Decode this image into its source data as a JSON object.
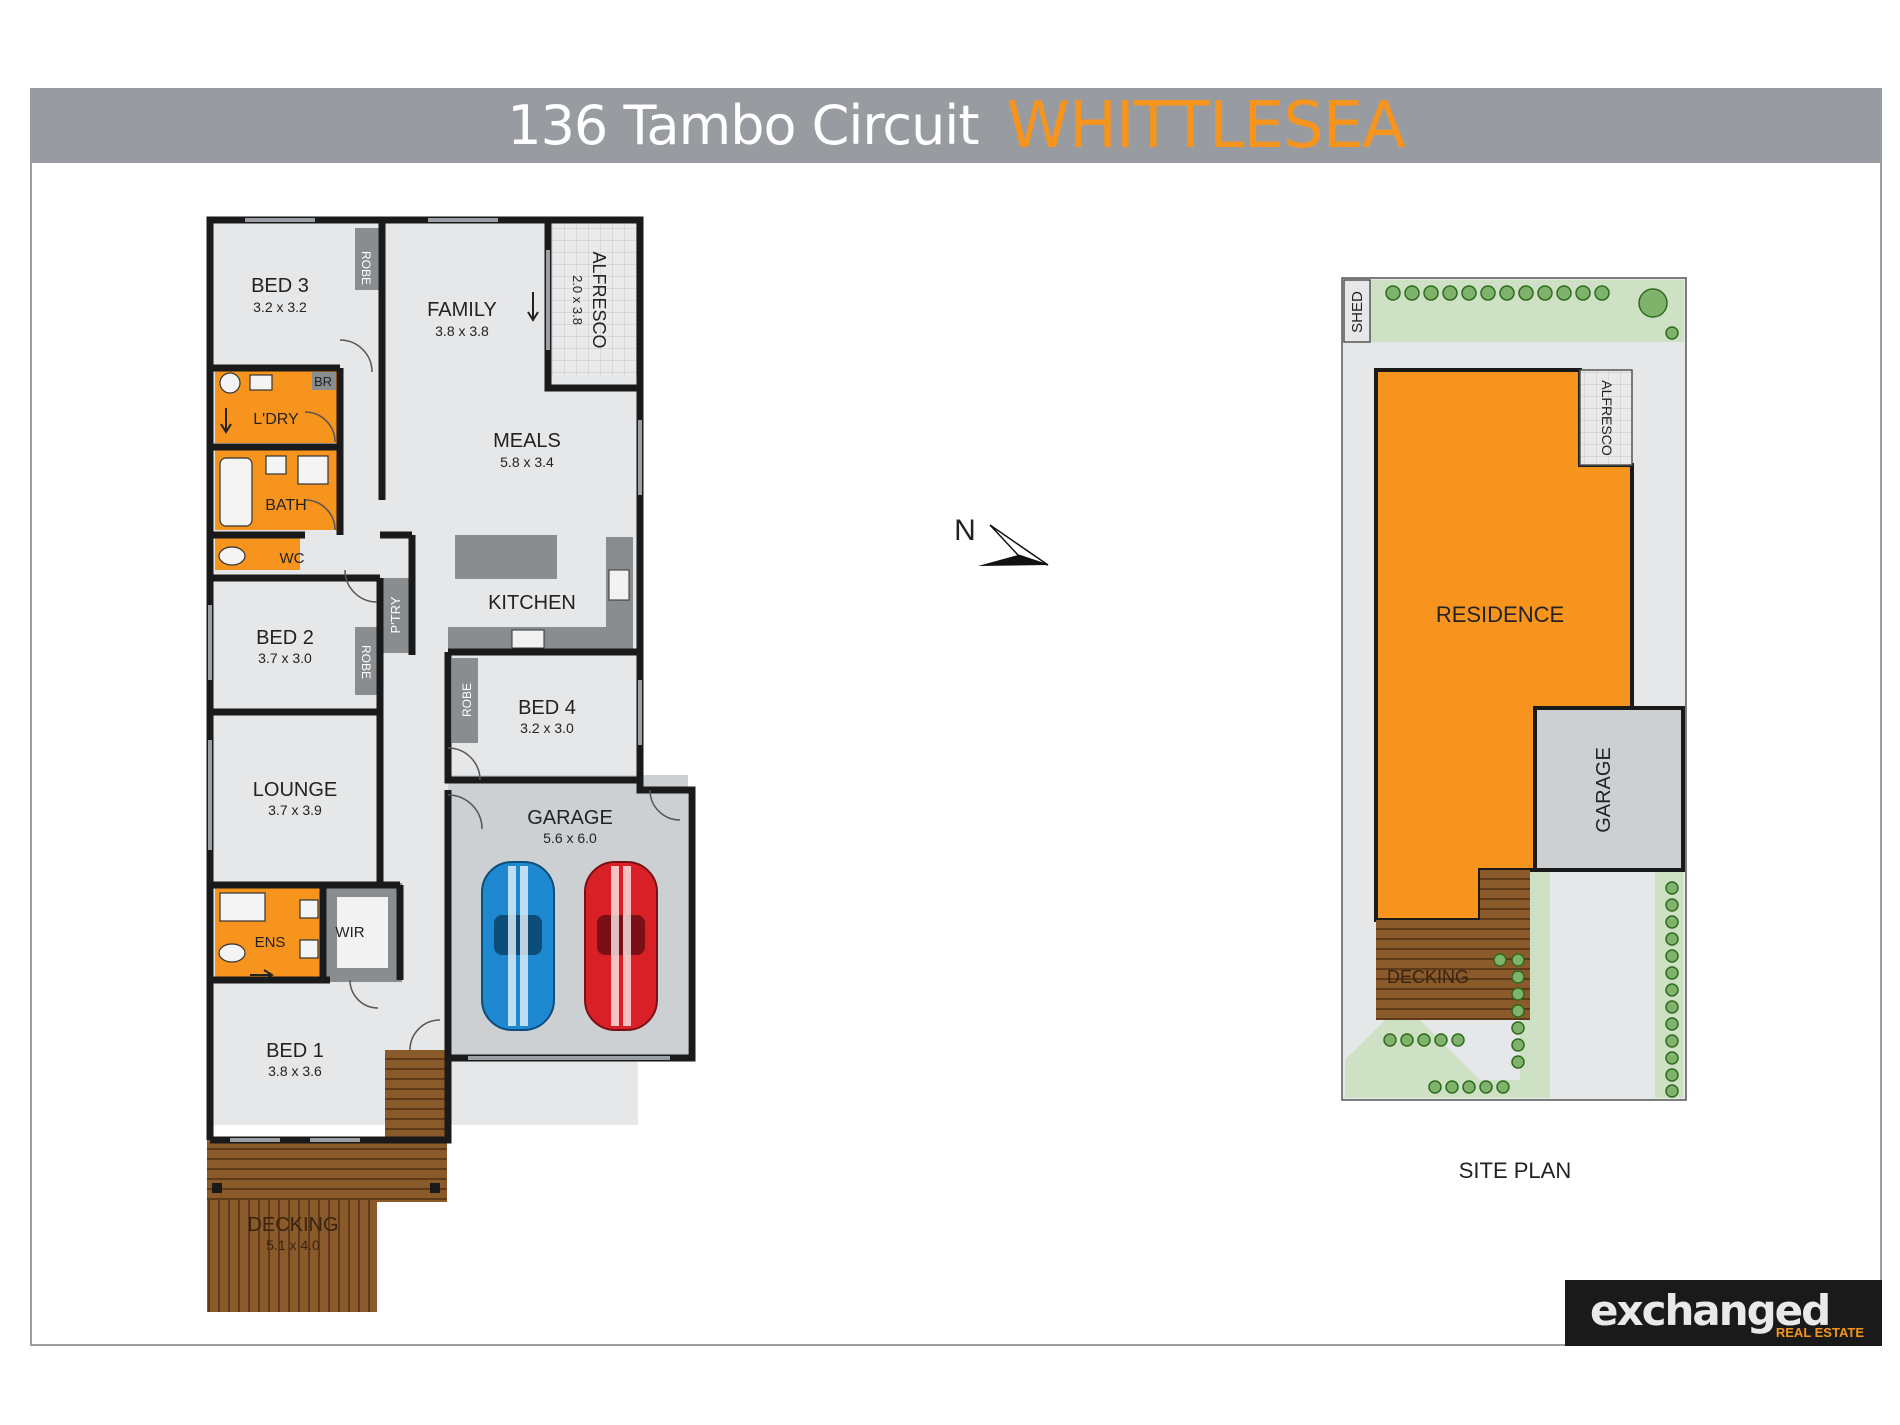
{
  "header": {
    "address": "136 Tambo Circuit",
    "suburb": "WHITTLESEA"
  },
  "floor_plan": {
    "rooms": {
      "bed3": {
        "name": "BED 3",
        "size": "3.2 x 3.2"
      },
      "family": {
        "name": "FAMILY",
        "size": "3.8 x 3.8"
      },
      "alfresco": {
        "name": "ALFRESCO",
        "size": "2.0 x 3.8"
      },
      "meals": {
        "name": "MEALS",
        "size": "5.8 x 3.4"
      },
      "kitchen": {
        "name": "KITCHEN"
      },
      "bed2": {
        "name": "BED 2",
        "size": "3.7 x 3.0"
      },
      "bed4": {
        "name": "BED 4",
        "size": "3.2 x 3.0"
      },
      "lounge": {
        "name": "LOUNGE",
        "size": "3.7 x 3.9"
      },
      "garage": {
        "name": "GARAGE",
        "size": "5.6 x 6.0"
      },
      "bed1": {
        "name": "BED 1",
        "size": "3.8 x 3.6"
      },
      "decking": {
        "name": "DECKING",
        "size": "5.1 x 4.0"
      },
      "laundry": {
        "name": "L'DRY"
      },
      "bath": {
        "name": "BATH"
      },
      "wc": {
        "name": "WC"
      },
      "ensuite": {
        "name": "ENS"
      },
      "wir": {
        "name": "WIR"
      },
      "pantry": {
        "name": "P'TRY"
      },
      "robe": {
        "name": "ROBE"
      },
      "br": {
        "name": "BR"
      }
    },
    "car_colors": {
      "car1": "#1e88d0",
      "car2": "#d92027"
    }
  },
  "compass": {
    "label": "N"
  },
  "site_plan": {
    "title": "SITE PLAN",
    "shed": "SHED",
    "alfresco": "ALFRESCO",
    "residence": "RESIDENCE",
    "garage": "GARAGE",
    "decking": "DECKING"
  },
  "colors": {
    "accent": "#f7941d",
    "header_bg": "#989ca1",
    "floor": "#e6e7e8",
    "wall": "#1a1a1a",
    "deck": "#8b5a2b"
  },
  "logo": {
    "word": "exchanged",
    "sub": "REAL ESTATE"
  }
}
